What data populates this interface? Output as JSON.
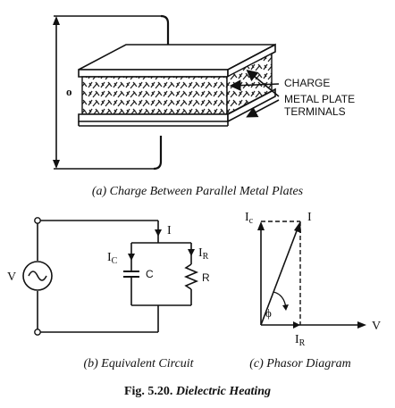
{
  "panel_a": {
    "voltage_label": "o",
    "charge_label": "CHARGE",
    "terminals_label_line1": "METAL PLATE",
    "terminals_label_line2": "TERMINALS",
    "caption": "(a) Charge Between Parallel Metal Plates"
  },
  "panel_b": {
    "source_label": "V",
    "current_label": "I",
    "cap_current_main": "I",
    "cap_current_sub": "C",
    "res_current_main": "I",
    "res_current_sub": "R",
    "capacitor_label": "C",
    "resistor_label": "R",
    "caption": "(b) Equivalent Circuit"
  },
  "panel_c": {
    "ic_main": "I",
    "ic_sub": "c",
    "i_label": "I",
    "ir_main": "I",
    "ir_sub": "R",
    "v_label": "V",
    "angle_label": "ϕ",
    "caption": "(c) Phasor Diagram"
  },
  "figure": {
    "number": "Fig. 5.20.",
    "title": "Dielectric Heating"
  }
}
